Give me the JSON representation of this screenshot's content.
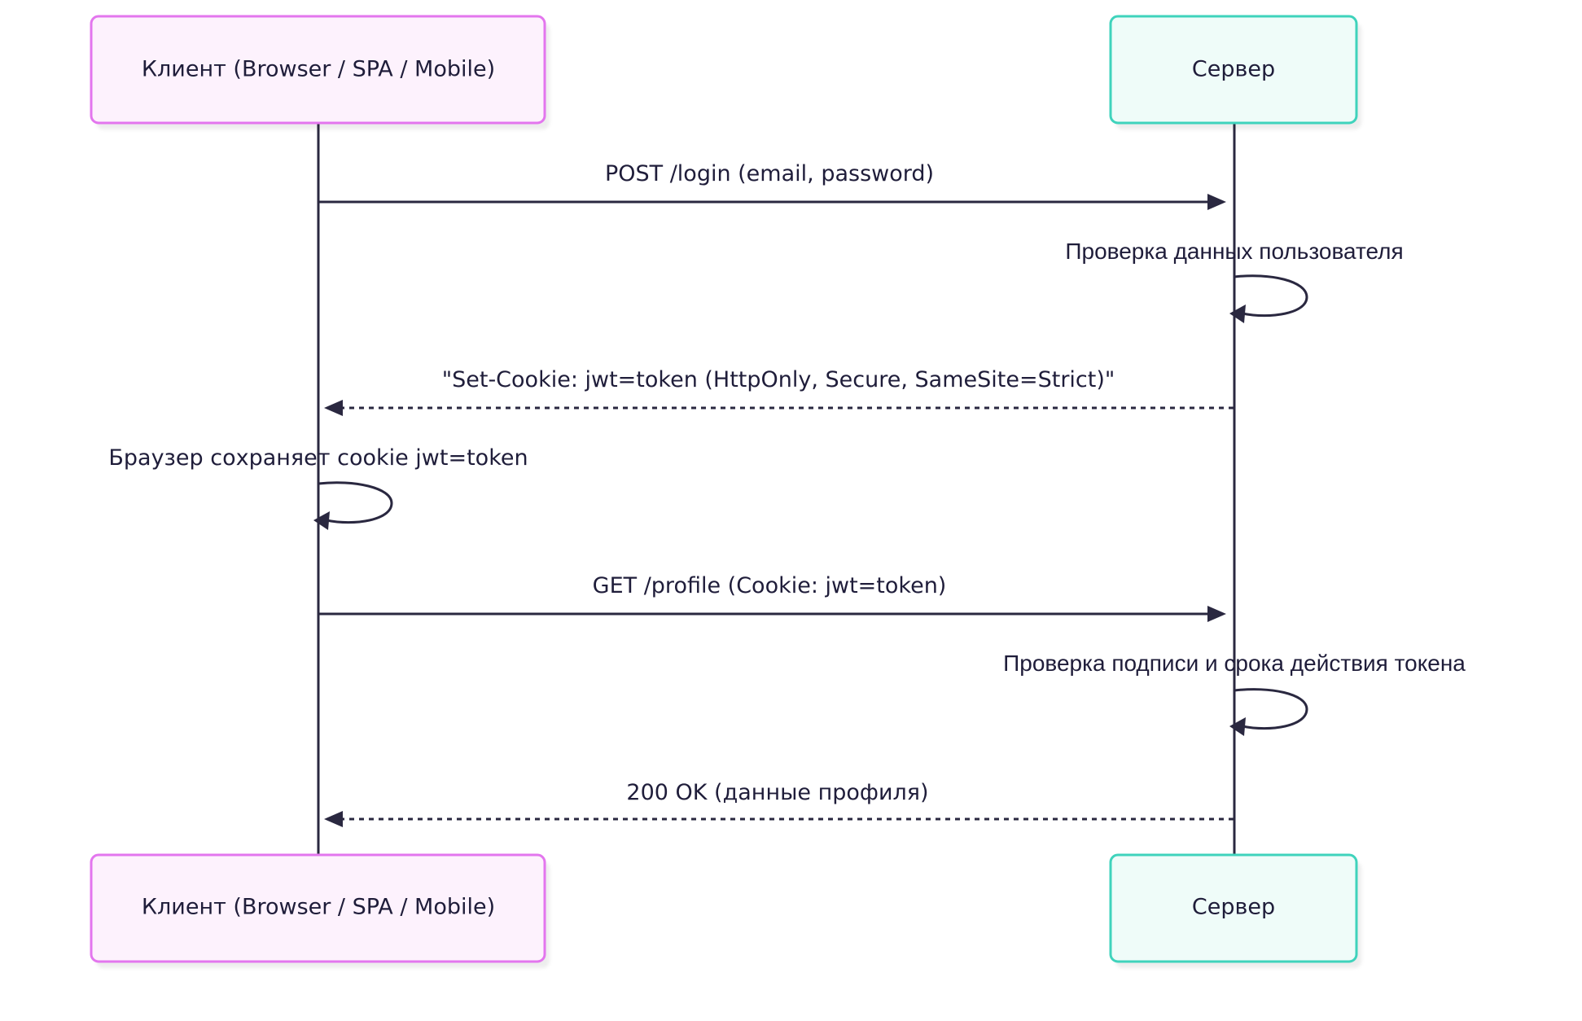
{
  "participants": {
    "client": {
      "label": "Клиент (Browser / SPA / Mobile)",
      "fill": "#fdf2fd",
      "border": "#e376ee"
    },
    "server": {
      "label": "Сервер",
      "fill": "#effcf9",
      "border": "#3fd3bc"
    }
  },
  "messages": [
    {
      "label": "POST /login (email, password)",
      "from": "client",
      "to": "server",
      "style": "solid"
    },
    {
      "label": "Проверка данных пользователя",
      "from": "server",
      "to": "server",
      "style": "self"
    },
    {
      "label": "\"Set-Cookie: jwt=token (HttpOnly, Secure, SameSite=Strict)\"",
      "from": "server",
      "to": "client",
      "style": "dashed"
    },
    {
      "label": "Браузер сохраняет cookie jwt=token",
      "from": "client",
      "to": "client",
      "style": "self"
    },
    {
      "label": "GET /profile (Cookie: jwt=token)",
      "from": "client",
      "to": "server",
      "style": "solid"
    },
    {
      "label": "Проверка подписи и срока действия токена",
      "from": "server",
      "to": "server",
      "style": "self"
    },
    {
      "label": "200 OK (данные профиля)",
      "from": "server",
      "to": "client",
      "style": "dashed"
    }
  ],
  "colors": {
    "line": "#2a2840",
    "text": "#1f1d3a"
  }
}
